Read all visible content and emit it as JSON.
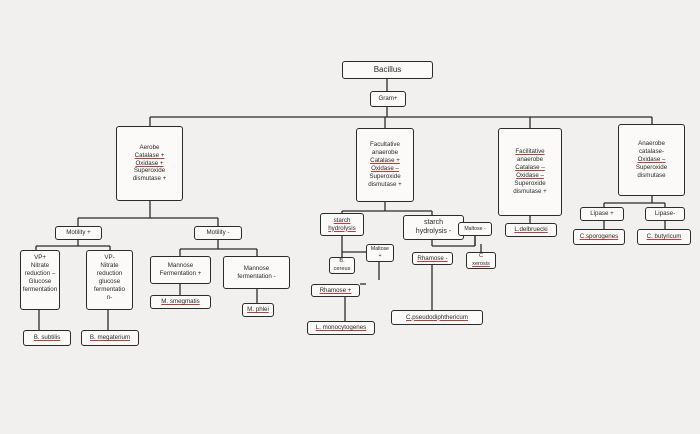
{
  "nodes": {
    "bacillus": [
      "Bacillus"
    ],
    "gram": [
      "Gram+"
    ],
    "aerobe": [
      "Aerobe",
      "Catalase +",
      "Oxidase +",
      "Superoxide",
      "dismutase +"
    ],
    "facultative": [
      "Facultative",
      "anaerobe",
      "Catalase +",
      "Oxidase –",
      "Superoxide",
      "dismutase +"
    ],
    "facilitative": [
      "Facilitative",
      "anaerobe",
      "Catalase –",
      "Oxidase –",
      "Superoxide",
      "dismutase +"
    ],
    "anaerobe": [
      "Anaerobe",
      "catalase-",
      "Oxidase –",
      "Superoxide",
      "dismutase"
    ],
    "motility_pos": [
      "Motility +"
    ],
    "motility_neg": [
      "Motility -"
    ],
    "vp_pos": [
      "VP+",
      "Nitrate",
      "reduction –",
      "Glucose",
      "fermentation"
    ],
    "vp_neg": [
      "VP-",
      "Nitrate",
      "reduction",
      "glucose",
      "fermentatio",
      "n-"
    ],
    "mannose_pos": [
      "Mannose",
      "Fermentation +"
    ],
    "mannose_neg": [
      "Mannose",
      "fermentation -"
    ],
    "subtilis": [
      "B. subtilis"
    ],
    "megaterium": [
      "B. megaterium"
    ],
    "smegmatis": [
      "M. smegmatis"
    ],
    "phlei": [
      "M. phlei"
    ],
    "starch_pos": [
      "starch",
      "hydrolysis"
    ],
    "starch_neg": [
      "starch",
      "hydrolysis -"
    ],
    "maltose_pos": [
      "Maltose",
      "+"
    ],
    "maltose_neg": [
      "Maltose -"
    ],
    "cereus": [
      "B.",
      "cereus"
    ],
    "rhamose_pos": [
      "Rhamose +"
    ],
    "rhamose_neg": [
      "Rhamose -"
    ],
    "xerosis": [
      "C",
      "xerosis"
    ],
    "monocytogenes": [
      "L. monocytogenes"
    ],
    "pseudodiphtheriticum": [
      "C.pseudodiphthericum"
    ],
    "lipase_pos": [
      "Lipase +"
    ],
    "lipase_neg": [
      "Lipase-"
    ],
    "delbrueckii": [
      "L.delbruecki"
    ],
    "sporogenes": [
      "C.sporogenes"
    ],
    "butyricum": [
      "C. butyricum"
    ]
  }
}
